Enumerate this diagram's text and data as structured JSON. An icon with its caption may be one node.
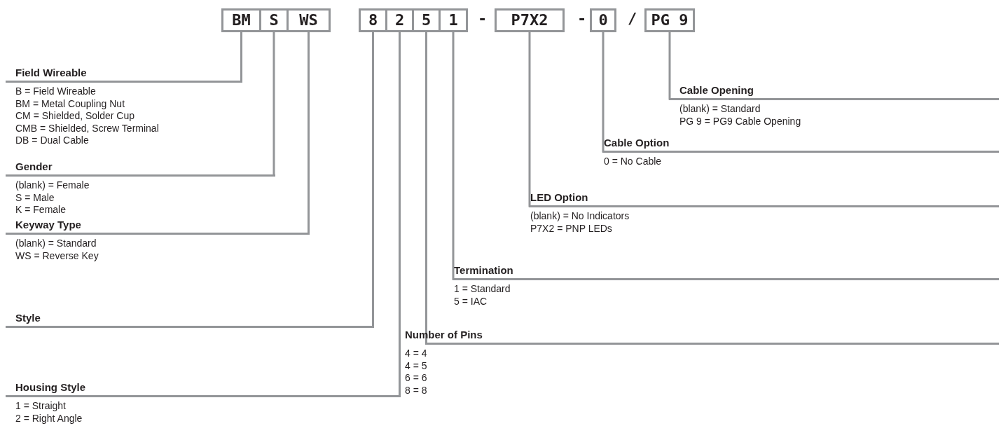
{
  "diagram": {
    "nodes": [
      {
        "text": [
          "BM"
        ]
      },
      {
        "text": [
          "S"
        ]
      },
      {
        "text": [
          "WS"
        ]
      },
      {
        "text": [
          "8"
        ]
      },
      {
        "text": [
          "2"
        ]
      },
      {
        "text": [
          "5"
        ]
      },
      {
        "text": [
          "1"
        ]
      },
      {
        "text": [
          "P7X2"
        ]
      },
      {
        "text": [
          "0"
        ]
      },
      {
        "text": [
          "PG 9"
        ]
      },
      {
        "text": [
          "Field Wireable"
        ],
        "beside": [
          "B = Field Wireable",
          "BM = Metal Coupling Nut",
          "CM = Shielded, Solder Cup",
          "CMB = Shielded, Screw Terminal",
          "DB = Dual Cable"
        ]
      },
      {
        "text": [
          "Cable Opening"
        ],
        "beside": [
          "(blank) = Standard",
          "PG 9 = PG9 Cable Opening"
        ]
      },
      {
        "text": [
          "Cable Option"
        ],
        "beside": [
          "0 = No Cable"
        ]
      },
      {
        "text": [
          "Gender"
        ],
        "beside": [
          "(blank) = Female",
          "S = Male",
          "K = Female"
        ]
      },
      {
        "text": [
          "LED Option"
        ],
        "beside": [
          "(blank) = No Indicators",
          "P7X2 = PNP LEDs"
        ]
      },
      {
        "text": [
          "Keyway Type"
        ],
        "beside": [
          "(blank) = Standard",
          "WS = Reverse Key"
        ]
      },
      {
        "text": [
          "Termination"
        ],
        "beside": [
          "1 = Standard",
          "5 = IAC"
        ]
      },
      {
        "text": [
          "Style"
        ]
      },
      {
        "text": [
          "Number of Pins"
        ],
        "beside": [
          "4 = 4",
          "4 = 5",
          "6 = 6",
          "8 = 8"
        ]
      },
      {
        "text": [
          "Housing Style"
        ],
        "beside": [
          "1 = Straight",
          "2 = Right Angle"
        ]
      }
    ],
    "edges": [
      {
        "from": 0,
        "to": 10,
        "arrow": "none"
      },
      {
        "from": 1,
        "to": 13,
        "arrow": "none"
      },
      {
        "from": 2,
        "to": 15,
        "arrow": "none"
      },
      {
        "from": 3,
        "to": 17,
        "arrow": "none"
      },
      {
        "from": 4,
        "to": 19,
        "arrow": "none"
      },
      {
        "from": 5,
        "to": 18,
        "arrow": "none"
      },
      {
        "from": 6,
        "to": 16,
        "arrow": "none"
      },
      {
        "from": 7,
        "to": 14,
        "arrow": "none"
      },
      {
        "from": 8,
        "to": 12,
        "arrow": "none"
      },
      {
        "from": 9,
        "to": 11,
        "arrow": "none"
      }
    ],
    "labels": [
      "-",
      "-",
      "/"
    ]
  }
}
